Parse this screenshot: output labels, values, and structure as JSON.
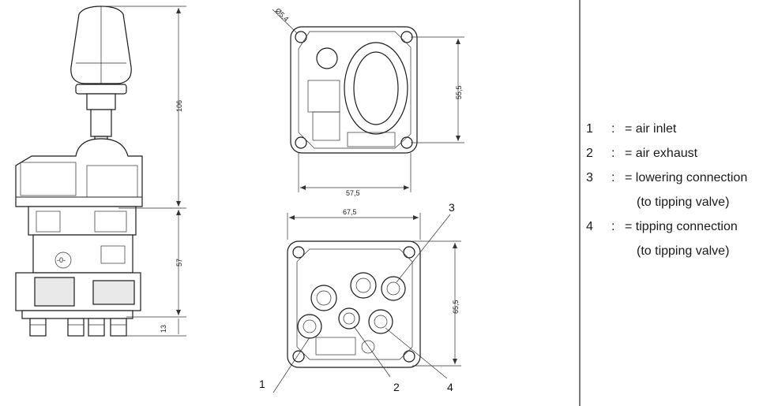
{
  "dimensions": {
    "side_height_top": "106",
    "side_height_mid": "57",
    "side_height_bottom": "13",
    "top_view_hole": "Ø5,4",
    "top_view_height": "55,5",
    "top_view_width": "57,5",
    "bottom_view_width": "67,5",
    "bottom_view_height": "65,5"
  },
  "callouts": {
    "c1": "1",
    "c2": "2",
    "c3": "3",
    "c4": "4"
  },
  "legend": {
    "items": [
      {
        "num": "1",
        "sep": ":",
        "text": "= air inlet",
        "cont": ""
      },
      {
        "num": "2",
        "sep": ":",
        "text": "= air exhaust",
        "cont": ""
      },
      {
        "num": "3",
        "sep": ":",
        "text": "= lowering connection",
        "cont": "(to tipping valve)"
      },
      {
        "num": "4",
        "sep": ":",
        "text": "= tipping connection",
        "cont": "(to tipping valve)"
      }
    ]
  }
}
